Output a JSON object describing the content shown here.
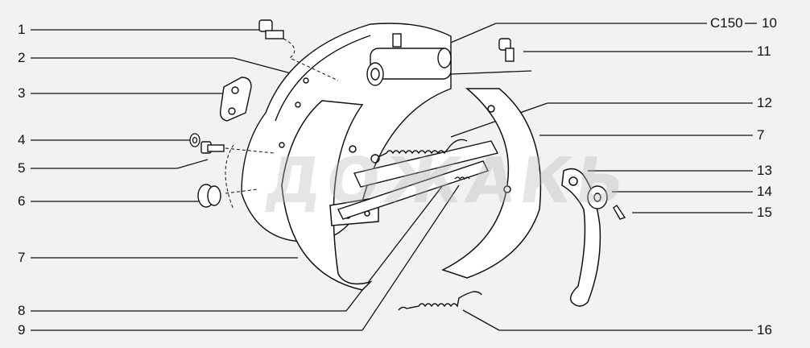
{
  "callouts_left": [
    "1",
    "2",
    "3",
    "4",
    "5",
    "6",
    "7",
    "8",
    "9"
  ],
  "callouts_right": [
    "10",
    "11",
    "12",
    "7",
    "13",
    "14",
    "15",
    "16"
  ],
  "code_label": "C150",
  "watermark": "ДОЖАКЬ",
  "colors": {
    "line": "#111111",
    "background": "#f2f2f2"
  }
}
